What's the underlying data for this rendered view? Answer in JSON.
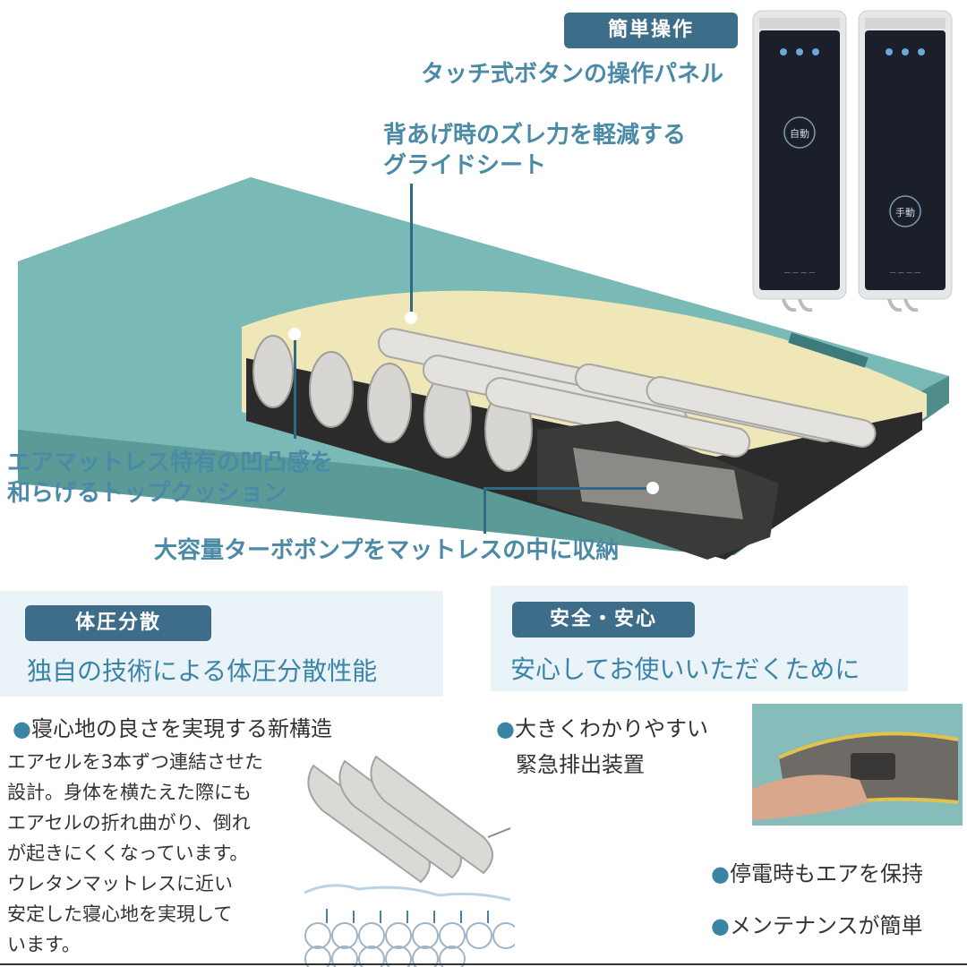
{
  "top": {
    "badge_easy": "簡単操作",
    "callout_panel": "タッチ式ボタンの操作パネル",
    "callout_glide_1": "背あげ時のズレ力を軽減する",
    "callout_glide_2": "グライドシート",
    "callout_cushion_1": "エアマットレス特有の凹凸感を",
    "callout_cushion_2": "和らげるトップクッション",
    "callout_pump": "大容量ターボポンプをマットレスの中に収納",
    "remote_label_1": "自動",
    "remote_label_2": "手動"
  },
  "left_section": {
    "badge": "体圧分散",
    "subhead": "独自の技術による体圧分散性能",
    "bullet": "寝心地の良さを実現する新構造",
    "body_lines": [
      "エアセルを3本ずつ連結させた",
      "設計。身体を横たえた際にも",
      "エアセルの折れ曲がり、倒れ",
      "が起きにくくなっています。",
      "ウレタンマットレスに近い",
      "安定した寝心地を実現して",
      "います。"
    ]
  },
  "right_section": {
    "badge": "安全・安心",
    "subhead": "安心してお使いいただくために",
    "bullet_1_line1": "大きくわかりやすい",
    "bullet_1_line2": "緊急排出装置",
    "bullet_2": "停電時もエアを保持",
    "bullet_3": "メンテナンスが簡単"
  },
  "colors": {
    "badge": "#3e6d8a",
    "callout": "#4a8aa6",
    "mattress": "#6fb0ad",
    "foam": "#f0e7b8",
    "panel_bg": "#eaf3f7"
  }
}
